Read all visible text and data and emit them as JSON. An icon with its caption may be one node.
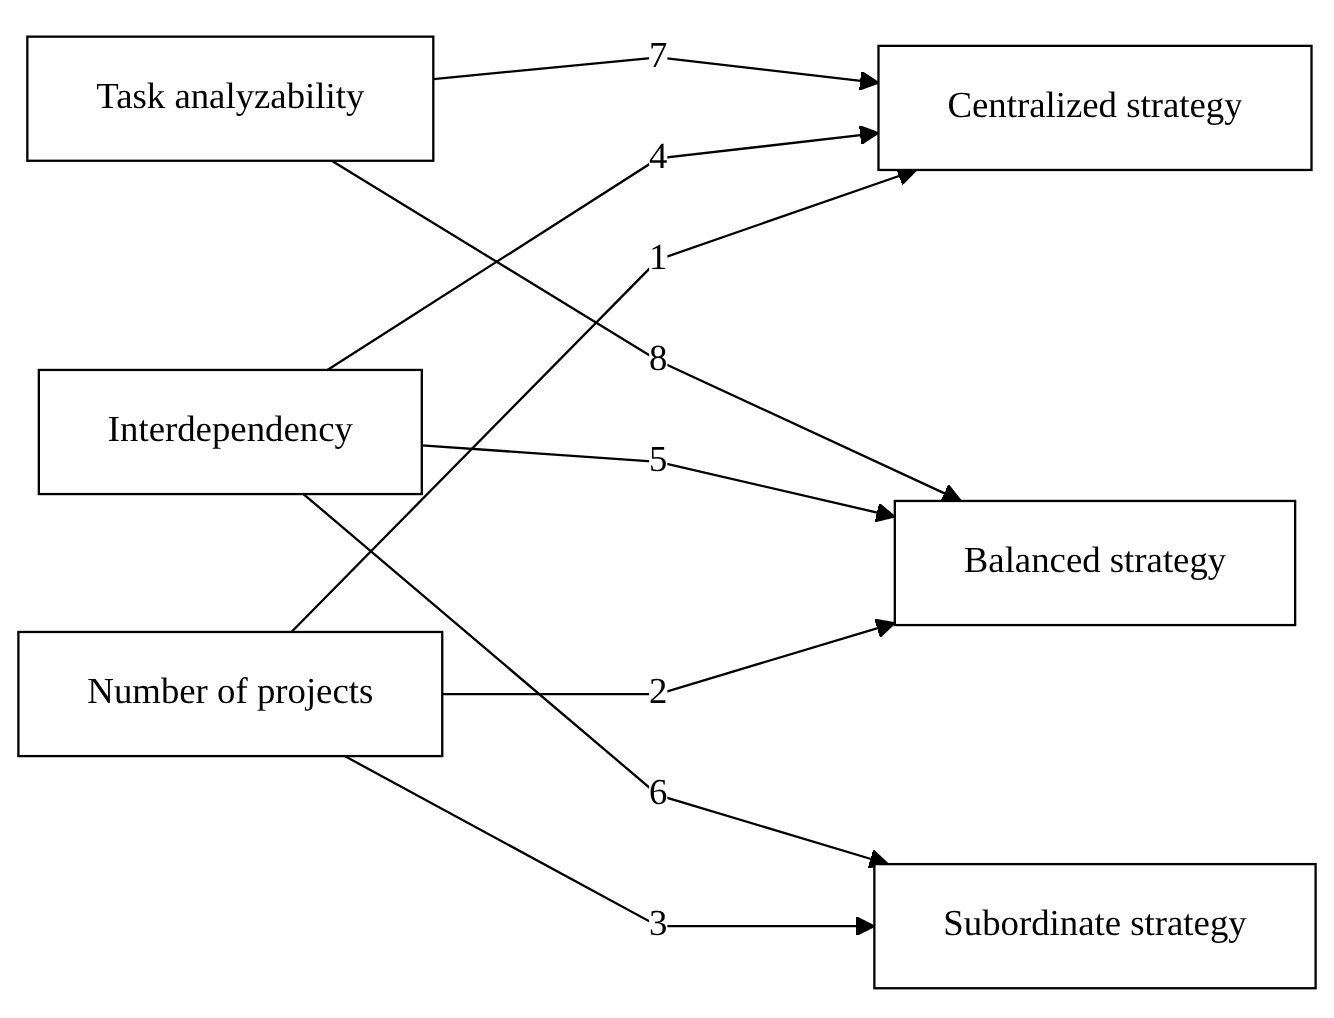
{
  "diagram": {
    "nodes": [
      {
        "text": [
          "Number of projects"
        ]
      },
      {
        "text": [
          "Interdependency"
        ]
      },
      {
        "text": [
          "Task analyzability"
        ]
      },
      {
        "text": [
          "Centralized strategy"
        ]
      },
      {
        "text": [
          "Balanced strategy"
        ]
      },
      {
        "text": [
          "Subordinate strategy"
        ]
      }
    ],
    "edges": [
      {
        "from": 0,
        "to": 3,
        "arrow": "to",
        "label": "1"
      },
      {
        "from": 0,
        "to": 4,
        "arrow": "to",
        "label": "2"
      },
      {
        "from": 0,
        "to": 5,
        "arrow": "to",
        "label": "3"
      },
      {
        "from": 1,
        "to": 3,
        "arrow": "to",
        "label": "4"
      },
      {
        "from": 1,
        "to": 4,
        "arrow": "to",
        "label": "5"
      },
      {
        "from": 1,
        "to": 5,
        "arrow": "to",
        "label": "6"
      },
      {
        "from": 2,
        "to": 3,
        "arrow": "to",
        "label": "7"
      },
      {
        "from": 2,
        "to": 4,
        "arrow": "to",
        "label": "8"
      }
    ]
  }
}
